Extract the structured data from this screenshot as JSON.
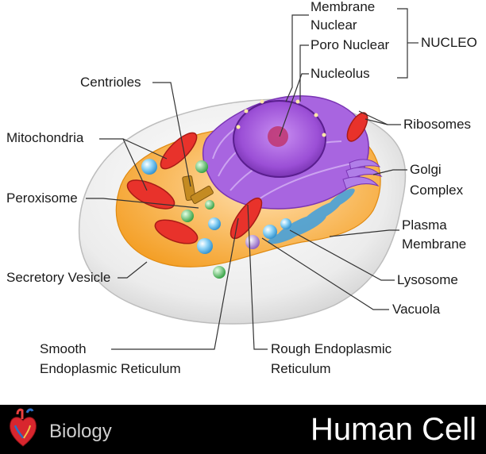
{
  "labels": {
    "membrane_nuclear": [
      "Membrane",
      "Nuclear"
    ],
    "poro_nuclear": "Poro Nuclear",
    "nucleolus": "Nucleolus",
    "nucleo": "NUCLEO",
    "centrioles": "Centrioles",
    "mitochondria": "Mitochondria",
    "ribosomes": "Ribosomes",
    "golgi_complex": [
      "Golgi",
      "Complex"
    ],
    "peroxisome": "Peroxisome",
    "plasma_membrane": [
      "Plasma",
      "Membrane"
    ],
    "secretory_vesicle": "Secretory Vesicle",
    "lysosome": "Lysosome",
    "vacuola": "Vacuola",
    "smooth_er": [
      "Smooth",
      "Endoplasmic Reticulum"
    ],
    "rough_er": [
      "Rough Endoplasmic",
      "Reticulum"
    ]
  },
  "footer": {
    "category": "Biology",
    "title": "Human Cell"
  },
  "colors": {
    "cytoplasm": "#f7a52a",
    "outer_membrane": "#e8e8e8",
    "nucleus": "#9b4fd6",
    "nucleolus": "#c0356f",
    "mitochondria": "#e8322b",
    "vesicle": "#4fb3e8",
    "peroxisome": "#5fc56a",
    "centriole": "#b9821c",
    "lysosome": "#9b6fc9",
    "footer_bg": "#000000"
  }
}
